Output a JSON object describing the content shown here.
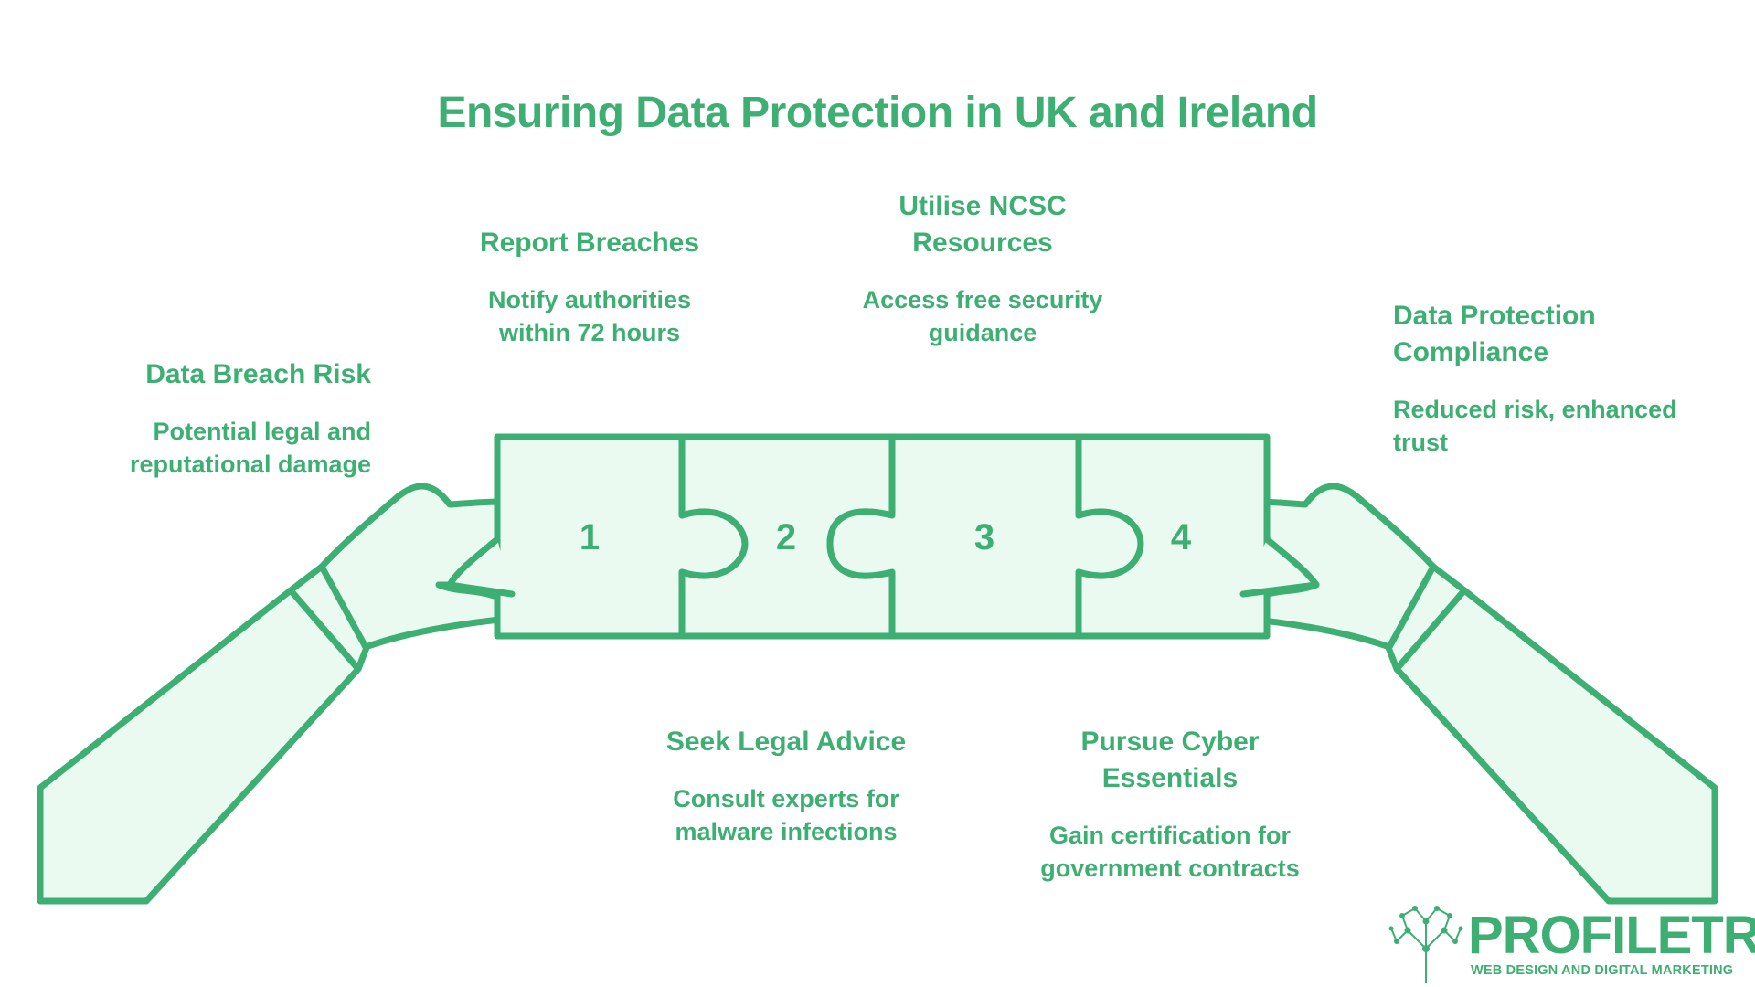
{
  "title": "Ensuring Data Protection in UK and Ireland",
  "steps": [
    {
      "number": "1",
      "heading": "Report Breaches",
      "desc_lines": [
        "Notify authorities",
        "within 72 hours"
      ]
    },
    {
      "number": "2",
      "heading": "Seek Legal Advice",
      "desc_lines": [
        "Consult experts for",
        "malware infections"
      ]
    },
    {
      "number": "3",
      "heading_lines": [
        "Utilise NCSC",
        "Resources"
      ],
      "desc_lines": [
        "Access free security",
        "guidance"
      ]
    },
    {
      "number": "4",
      "heading_lines": [
        "Pursue Cyber",
        "Essentials"
      ],
      "desc_lines": [
        "Gain certification for",
        "government contracts"
      ]
    }
  ],
  "start": {
    "heading": "Data Breach Risk",
    "desc_lines": [
      "Potential legal and",
      "reputational damage"
    ]
  },
  "end": {
    "heading_lines": [
      "Data Protection",
      "Compliance"
    ],
    "desc_lines": [
      "Reduced risk, enhanced",
      "trust"
    ]
  },
  "logo": {
    "word": "PROFILETREE",
    "tagline": "WEB DESIGN AND DIGITAL MARKETING",
    "icon": "tree-network-icon"
  },
  "colors": {
    "accent": "#3daf73",
    "fill": "#eafaf1"
  }
}
